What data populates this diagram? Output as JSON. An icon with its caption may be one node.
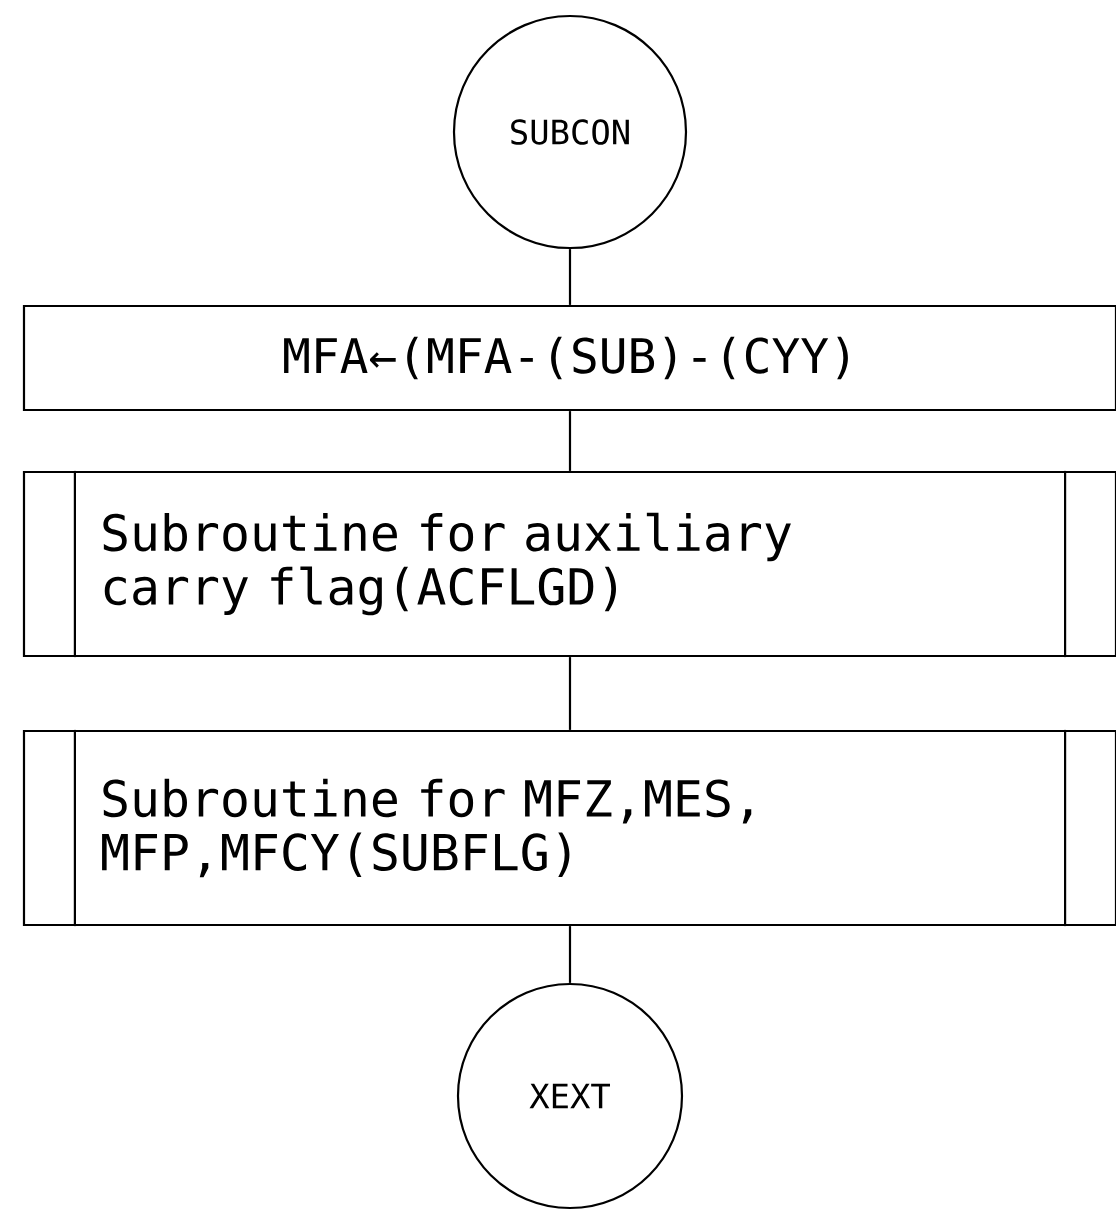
{
  "diagram": {
    "nodes": [
      {
        "text": [
          "SUBCON"
        ]
      },
      {
        "text": [
          "MFA←(MFA-(SUB)-(CYY)"
        ]
      },
      {
        "text": [
          "Subroutine for auxiliary carry flag(ACFLGD)"
        ]
      },
      {
        "text": [
          "Subroutine for MFZ,MES, MFP,MFCY(SUBFLG)"
        ]
      },
      {
        "text": [
          "XEXT"
        ]
      }
    ],
    "edges": [
      {
        "from": 0,
        "to": 1,
        "arrow": "none"
      },
      {
        "from": 1,
        "to": 2,
        "arrow": "none"
      },
      {
        "from": 2,
        "to": 3,
        "arrow": "none"
      },
      {
        "from": 3,
        "to": 4,
        "arrow": "none"
      }
    ]
  }
}
